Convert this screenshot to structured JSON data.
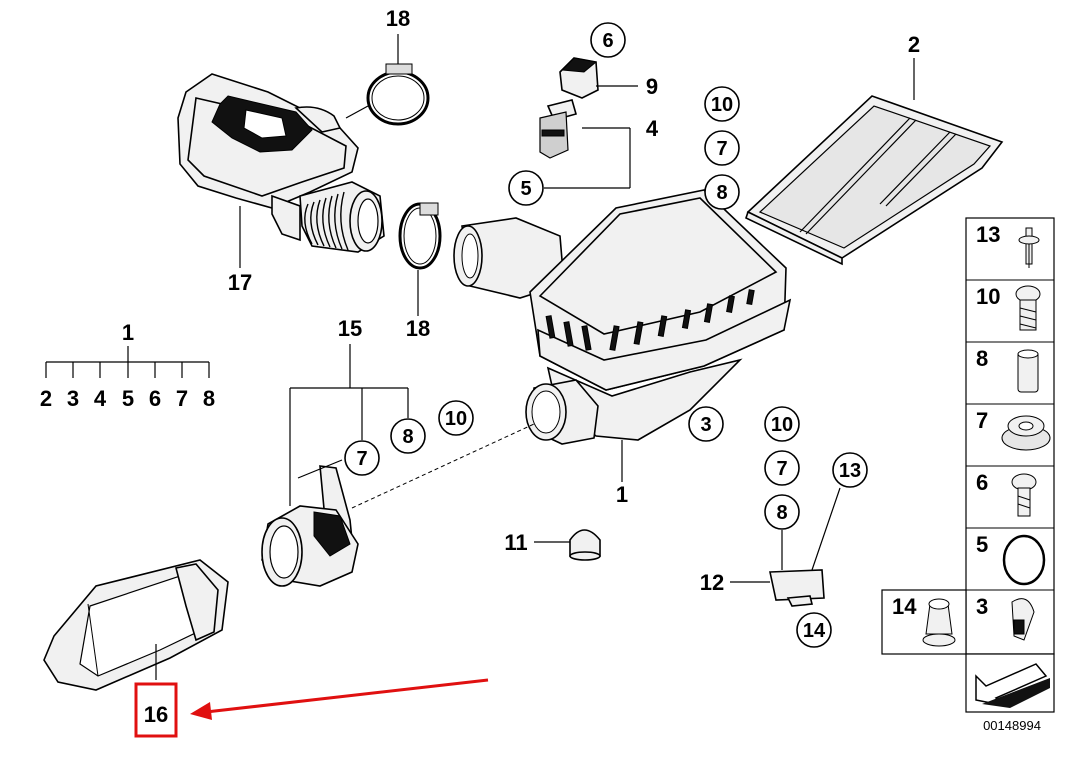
{
  "labels": {
    "p18_top": "18",
    "p6": "6",
    "p9": "9",
    "p4": "4",
    "p5": "5",
    "p2": "2",
    "p10_a": "10",
    "p7_a": "7",
    "p8_a": "8",
    "p17": "17",
    "p18_mid": "18",
    "p15": "15",
    "p1_tree": "1",
    "p1_tree_children": [
      "2",
      "3",
      "4",
      "5",
      "6",
      "7",
      "8"
    ],
    "p8_b": "8",
    "p10_b": "10",
    "p7_b": "7",
    "p3": "3",
    "p10_c": "10",
    "p7_c": "7",
    "p8_c": "8",
    "p13": "13",
    "p1": "1",
    "p11": "11",
    "p12": "12",
    "p14": "14",
    "p16": "16"
  },
  "legend": {
    "cells": [
      "13",
      "10",
      "8",
      "7",
      "6",
      "5",
      "3"
    ],
    "cell14": "14",
    "ref_number": "00148994"
  },
  "colors": {
    "highlight": "#e01010",
    "line": "#000000"
  }
}
